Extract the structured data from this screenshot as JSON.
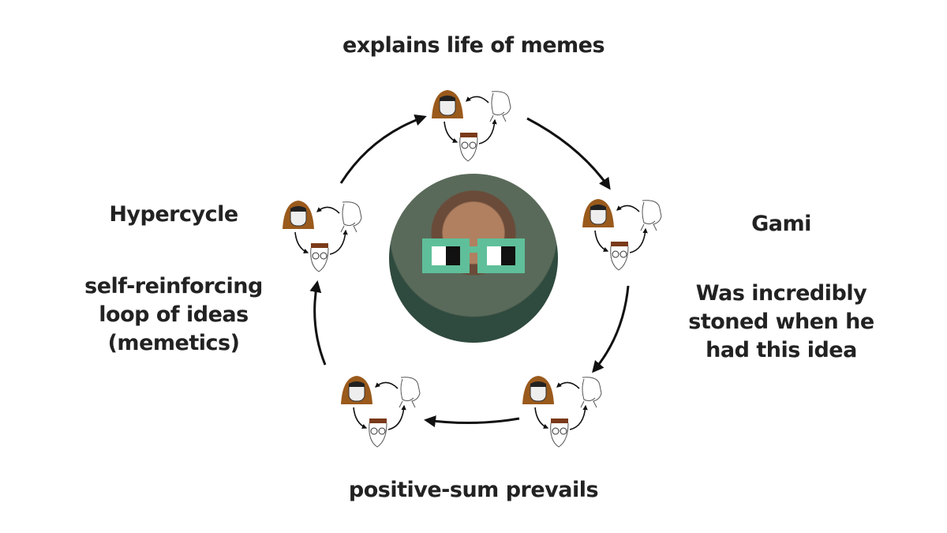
{
  "labels": {
    "top": "explains life of memes",
    "bottom": "positive-sum prevails",
    "left_title": "Hypercycle",
    "left_desc": [
      "self-reinforcing",
      "loop of ideas",
      "(memetics)"
    ],
    "right_title": "Gami",
    "right_desc": [
      "Was incredibly",
      "stoned when he",
      "had this idea"
    ]
  },
  "colors": {
    "glasses": "#5fbf9a",
    "hood": "#9a5a1c",
    "text": "#222222"
  }
}
